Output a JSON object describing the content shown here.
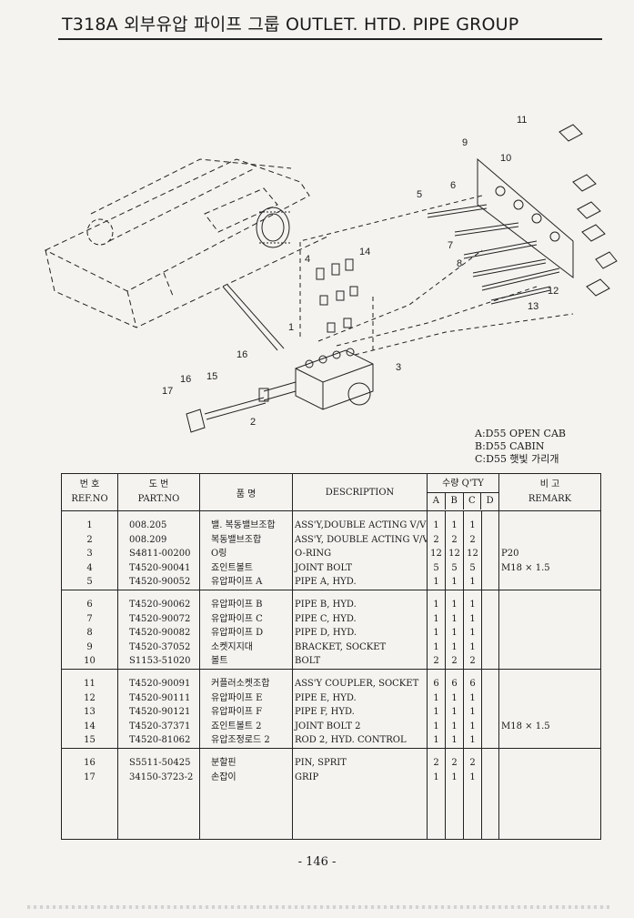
{
  "title": "T318A 외부유압 파이프 그룹 OUTLET. HTD. PIPE GROUP",
  "diagram": {
    "labels": [
      "11",
      "9",
      "10",
      "5",
      "6",
      "14",
      "4",
      "7",
      "8",
      "12",
      "13",
      "1",
      "3",
      "16",
      "16",
      "15",
      "17",
      "2"
    ]
  },
  "legend": [
    "A:D55 OPEN CAB",
    "B:D55 CABIN",
    "C:D55 햇빛 가리개"
  ],
  "table": {
    "headers": {
      "ref_ko": "번 호",
      "ref_en": "REF.NO",
      "part_ko": "도   번",
      "part_en": "PART.NO",
      "name_ko": "품    명",
      "desc": "DESCRIPTION",
      "qty_ko": "수량 Q'TY",
      "qty_cols": [
        "A",
        "B",
        "C",
        "D"
      ],
      "remark_ko": "비    고",
      "remark_en": "REMARK"
    },
    "groups": [
      [
        {
          "ref": "1",
          "part": "008.205",
          "name": "밸. 복동밸브조합",
          "desc": "ASS'Y,DOUBLE ACTING V/V",
          "a": "1",
          "b": "1",
          "c": "1",
          "d": "",
          "remark": ""
        },
        {
          "ref": "2",
          "part": "008.209",
          "name": "복동밸브조합",
          "desc": "ASS'Y, DOUBLE ACTING V/V",
          "a": "2",
          "b": "2",
          "c": "2",
          "d": "",
          "remark": ""
        },
        {
          "ref": "3",
          "part": "S4811-00200",
          "name": "O링",
          "desc": "O-RING",
          "a": "12",
          "b": "12",
          "c": "12",
          "d": "",
          "remark": "P20"
        },
        {
          "ref": "4",
          "part": "T4520-90041",
          "name": "죠인트볼트",
          "desc": "JOINT BOLT",
          "a": "5",
          "b": "5",
          "c": "5",
          "d": "",
          "remark": "M18 × 1.5"
        },
        {
          "ref": "5",
          "part": "T4520-90052",
          "name": "유압파이프 A",
          "desc": "PIPE A, HYD.",
          "a": "1",
          "b": "1",
          "c": "1",
          "d": "",
          "remark": ""
        }
      ],
      [
        {
          "ref": "6",
          "part": "T4520-90062",
          "name": "유압파이프 B",
          "desc": "PIPE B, HYD.",
          "a": "1",
          "b": "1",
          "c": "1",
          "d": "",
          "remark": ""
        },
        {
          "ref": "7",
          "part": "T4520-90072",
          "name": "유압파이프 C",
          "desc": "PIPE C, HYD.",
          "a": "1",
          "b": "1",
          "c": "1",
          "d": "",
          "remark": ""
        },
        {
          "ref": "8",
          "part": "T4520-90082",
          "name": "유압파이프 D",
          "desc": "PIPE D, HYD.",
          "a": "1",
          "b": "1",
          "c": "1",
          "d": "",
          "remark": ""
        },
        {
          "ref": "9",
          "part": "T4520-37052",
          "name": "소켓지지대",
          "desc": "BRACKET, SOCKET",
          "a": "1",
          "b": "1",
          "c": "1",
          "d": "",
          "remark": ""
        },
        {
          "ref": "10",
          "part": "S1153-51020",
          "name": "볼트",
          "desc": "BOLT",
          "a": "2",
          "b": "2",
          "c": "2",
          "d": "",
          "remark": ""
        }
      ],
      [
        {
          "ref": "11",
          "part": "T4520-90091",
          "name": "커플러소켓조합",
          "desc": "ASS'Y COUPLER, SOCKET",
          "a": "6",
          "b": "6",
          "c": "6",
          "d": "",
          "remark": ""
        },
        {
          "ref": "12",
          "part": "T4520-90111",
          "name": "유압파이프 E",
          "desc": "PIPE E, HYD.",
          "a": "1",
          "b": "1",
          "c": "1",
          "d": "",
          "remark": ""
        },
        {
          "ref": "13",
          "part": "T4520-90121",
          "name": "유압파이프 F",
          "desc": "PIPE F, HYD.",
          "a": "1",
          "b": "1",
          "c": "1",
          "d": "",
          "remark": ""
        },
        {
          "ref": "14",
          "part": "T4520-37371",
          "name": "죠인트볼트 2",
          "desc": "JOINT BOLT 2",
          "a": "1",
          "b": "1",
          "c": "1",
          "d": "",
          "remark": "M18 × 1.5"
        },
        {
          "ref": "15",
          "part": "T4520-81062",
          "name": "유압조정로드 2",
          "desc": "ROD 2, HYD. CONTROL",
          "a": "1",
          "b": "1",
          "c": "1",
          "d": "",
          "remark": ""
        }
      ],
      [
        {
          "ref": "16",
          "part": "S5511-50425",
          "name": "분할핀",
          "desc": "PIN, SPRIT",
          "a": "2",
          "b": "2",
          "c": "2",
          "d": "",
          "remark": ""
        },
        {
          "ref": "17",
          "part": "34150-3723-2",
          "name": "손잡이",
          "desc": "GRIP",
          "a": "1",
          "b": "1",
          "c": "1",
          "d": "",
          "remark": ""
        }
      ]
    ]
  },
  "page_number": "- 146 -"
}
